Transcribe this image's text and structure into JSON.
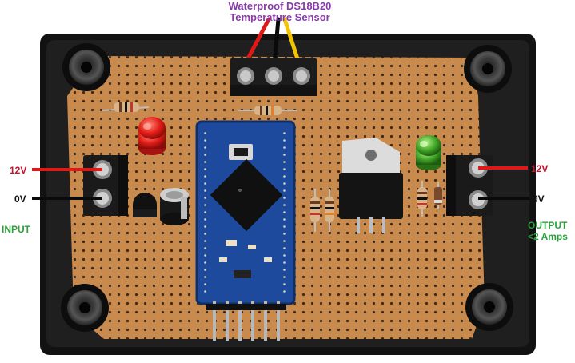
{
  "labels": {
    "sensor_line1": "Waterproof DS18B20",
    "sensor_line2": "Temperature Sensor",
    "input_12v": "12V",
    "input_0v": "0V",
    "input": "INPUT",
    "output_12v": "12V",
    "output_0v": "0V",
    "output_line1": "OUTPUT",
    "output_line2": "<2 Amps"
  },
  "colors": {
    "label_purple": "#8a3aa8",
    "label_green": "#2aa13a",
    "wire_red": "#e01818",
    "wire_black": "#0a0a0a",
    "wire_yellow": "#f2c300",
    "pcb": "#c98a4e",
    "arduino_blue": "#1d4a9c"
  }
}
